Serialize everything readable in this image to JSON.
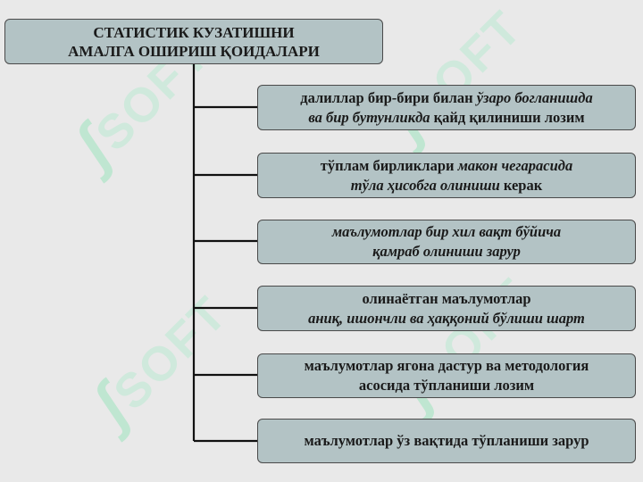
{
  "watermark": {
    "mark": "ʃ",
    "text": "SOFT"
  },
  "title": {
    "line1": "СТАТИСТИК КУЗАТИШНИ",
    "line2": "АМАЛГА ОШИРИШ ҚОИДАЛАРИ"
  },
  "rules": [
    {
      "l1a": "далиллар бир-бири билан ",
      "l1b": "ўзаро богланишда",
      "l2a": "ва бир бутунликда ",
      "l2b": "қайд қилиниши лозим"
    },
    {
      "l1a": "тўплам бирликлари ",
      "l1b": "макон чегарасида",
      "l2a": "тўла ҳисобга олиниши ",
      "l2b": "керак"
    },
    {
      "l1a": "маълумотлар бир хил вақт бўйича",
      "l2a": "қамраб олиниши зарур"
    },
    {
      "l1a": "олинаётган маълумотлар",
      "l2a": "аниқ, ишончли ва ҳаққоний бўлиши шарт"
    },
    {
      "l1a": "маълумотлар ягона дастур ва методология",
      "l2a": "асосида тўпланиши лозим"
    },
    {
      "l1a": "маълумотлар ўз вақтида тўпланиши зарур"
    }
  ]
}
